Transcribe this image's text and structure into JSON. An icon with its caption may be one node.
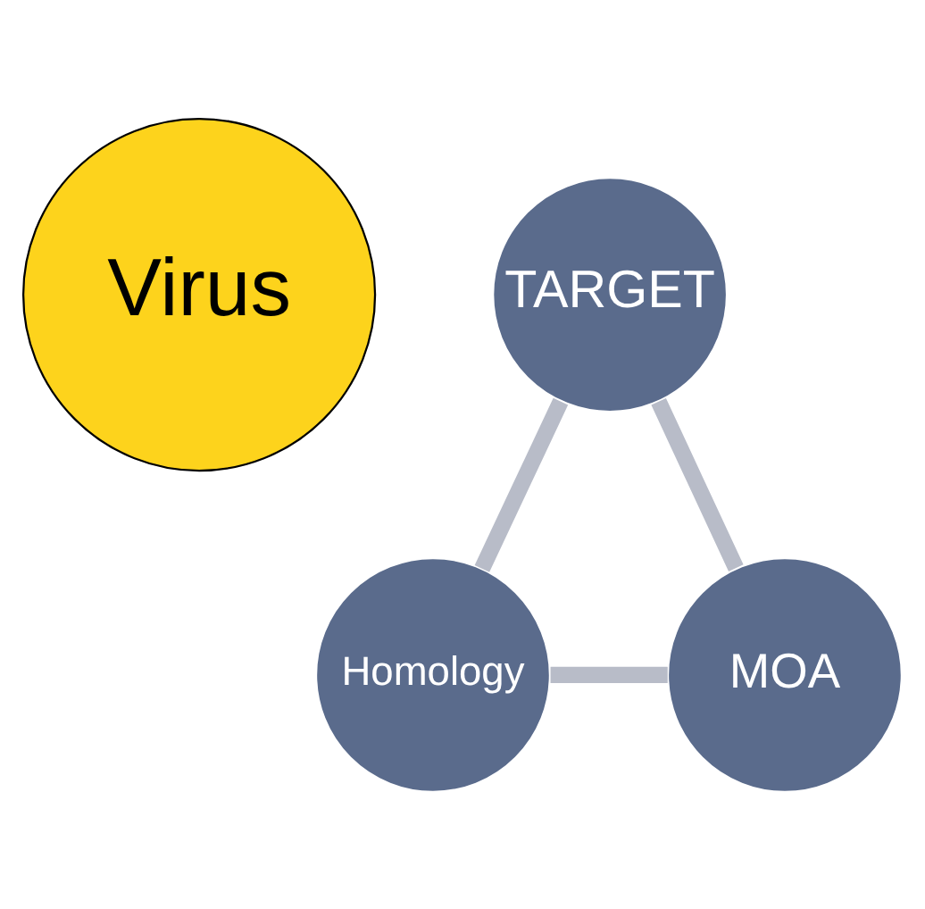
{
  "diagram": {
    "nodes": [
      {
        "text": [
          "Virus"
        ]
      },
      {
        "text": [
          "TARGET"
        ]
      },
      {
        "text": [
          "Homology"
        ]
      },
      {
        "text": [
          "MOA"
        ]
      }
    ],
    "edges": [
      {
        "from": 1,
        "to": 2,
        "arrow": "none"
      },
      {
        "from": 2,
        "to": 3,
        "arrow": "none"
      },
      {
        "from": 3,
        "to": 1,
        "arrow": "none"
      }
    ]
  }
}
